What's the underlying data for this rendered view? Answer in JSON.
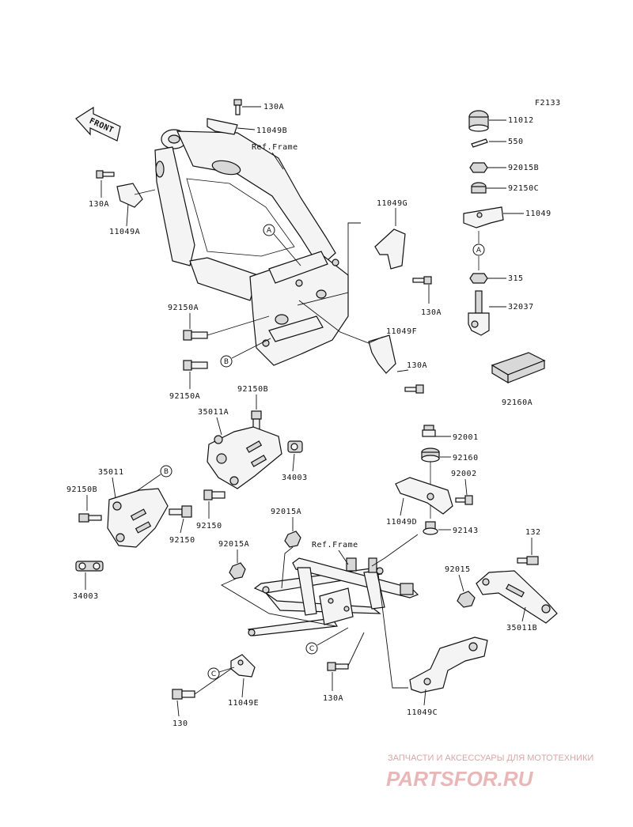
{
  "code": "F2133",
  "front_label": "FRONT",
  "ref_frame_top": "Ref.Frame",
  "ref_frame_bottom": "Ref.Frame",
  "callouts": {
    "a": "A",
    "b": "B",
    "c": "C"
  },
  "parts": {
    "p130a_top": "130A",
    "p11049b": "11049B",
    "p130a_left": "130A",
    "p11049a": "11049A",
    "p11049g": "11049G",
    "p130a_g": "130A",
    "p92150a_1": "92150A",
    "p92150a_2": "92150A",
    "p11049f": "11049F",
    "p130a_f": "130A",
    "p92150b_top": "92150B",
    "p35011a": "35011A",
    "p34003_r": "34003",
    "p92150_r": "92150",
    "p35011": "35011",
    "p92150b_l": "92150B",
    "p92150_l": "92150",
    "p34003_l": "34003",
    "p11012": "11012",
    "p550": "550",
    "p92015b": "92015B",
    "p92150c": "92150C",
    "p11049": "11049",
    "p315": "315",
    "p32037": "32037",
    "p92160a": "92160A",
    "p92001": "92001",
    "p92160": "92160",
    "p92002": "92002",
    "p11049d": "11049D",
    "p92143": "92143",
    "p92015a_1": "92015A",
    "p92015a_2": "92015A",
    "p132": "132",
    "p92015": "92015",
    "p35011b": "35011B",
    "p130a_bot": "130A",
    "p11049e": "11049E",
    "p130": "130",
    "p11049c": "11049C"
  },
  "watermark": {
    "subtitle": "ЗАПЧАСТИ И АКСЕССУАРЫ ДЛЯ МОТОТЕХНИКИ",
    "brand": "PARTSFOR.RU"
  },
  "colors": {
    "ink": "#111111",
    "watermark": "#e9b7b7"
  }
}
